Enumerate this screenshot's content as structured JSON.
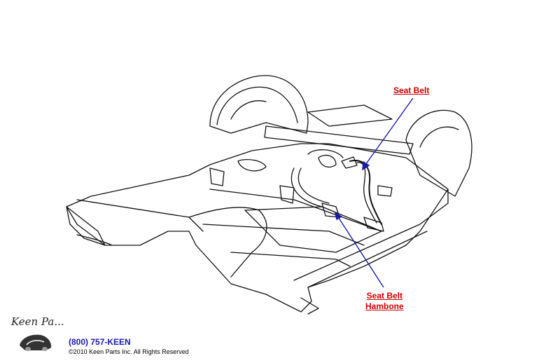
{
  "callouts": {
    "seat_belt": "Seat Belt",
    "seat_belt_hambone_line1": "Seat Belt",
    "seat_belt_hambone_line2": "Hambone"
  },
  "footer": {
    "phone": "(800) 757-KEEN",
    "copyright": "©2010 Keen Parts Inc. All Rights Reserved",
    "logo_script": "Keen Pa..."
  },
  "colors": {
    "callout_text": "#cc0000",
    "leader_line": "#1a1aa6",
    "line_art": "#111111"
  }
}
